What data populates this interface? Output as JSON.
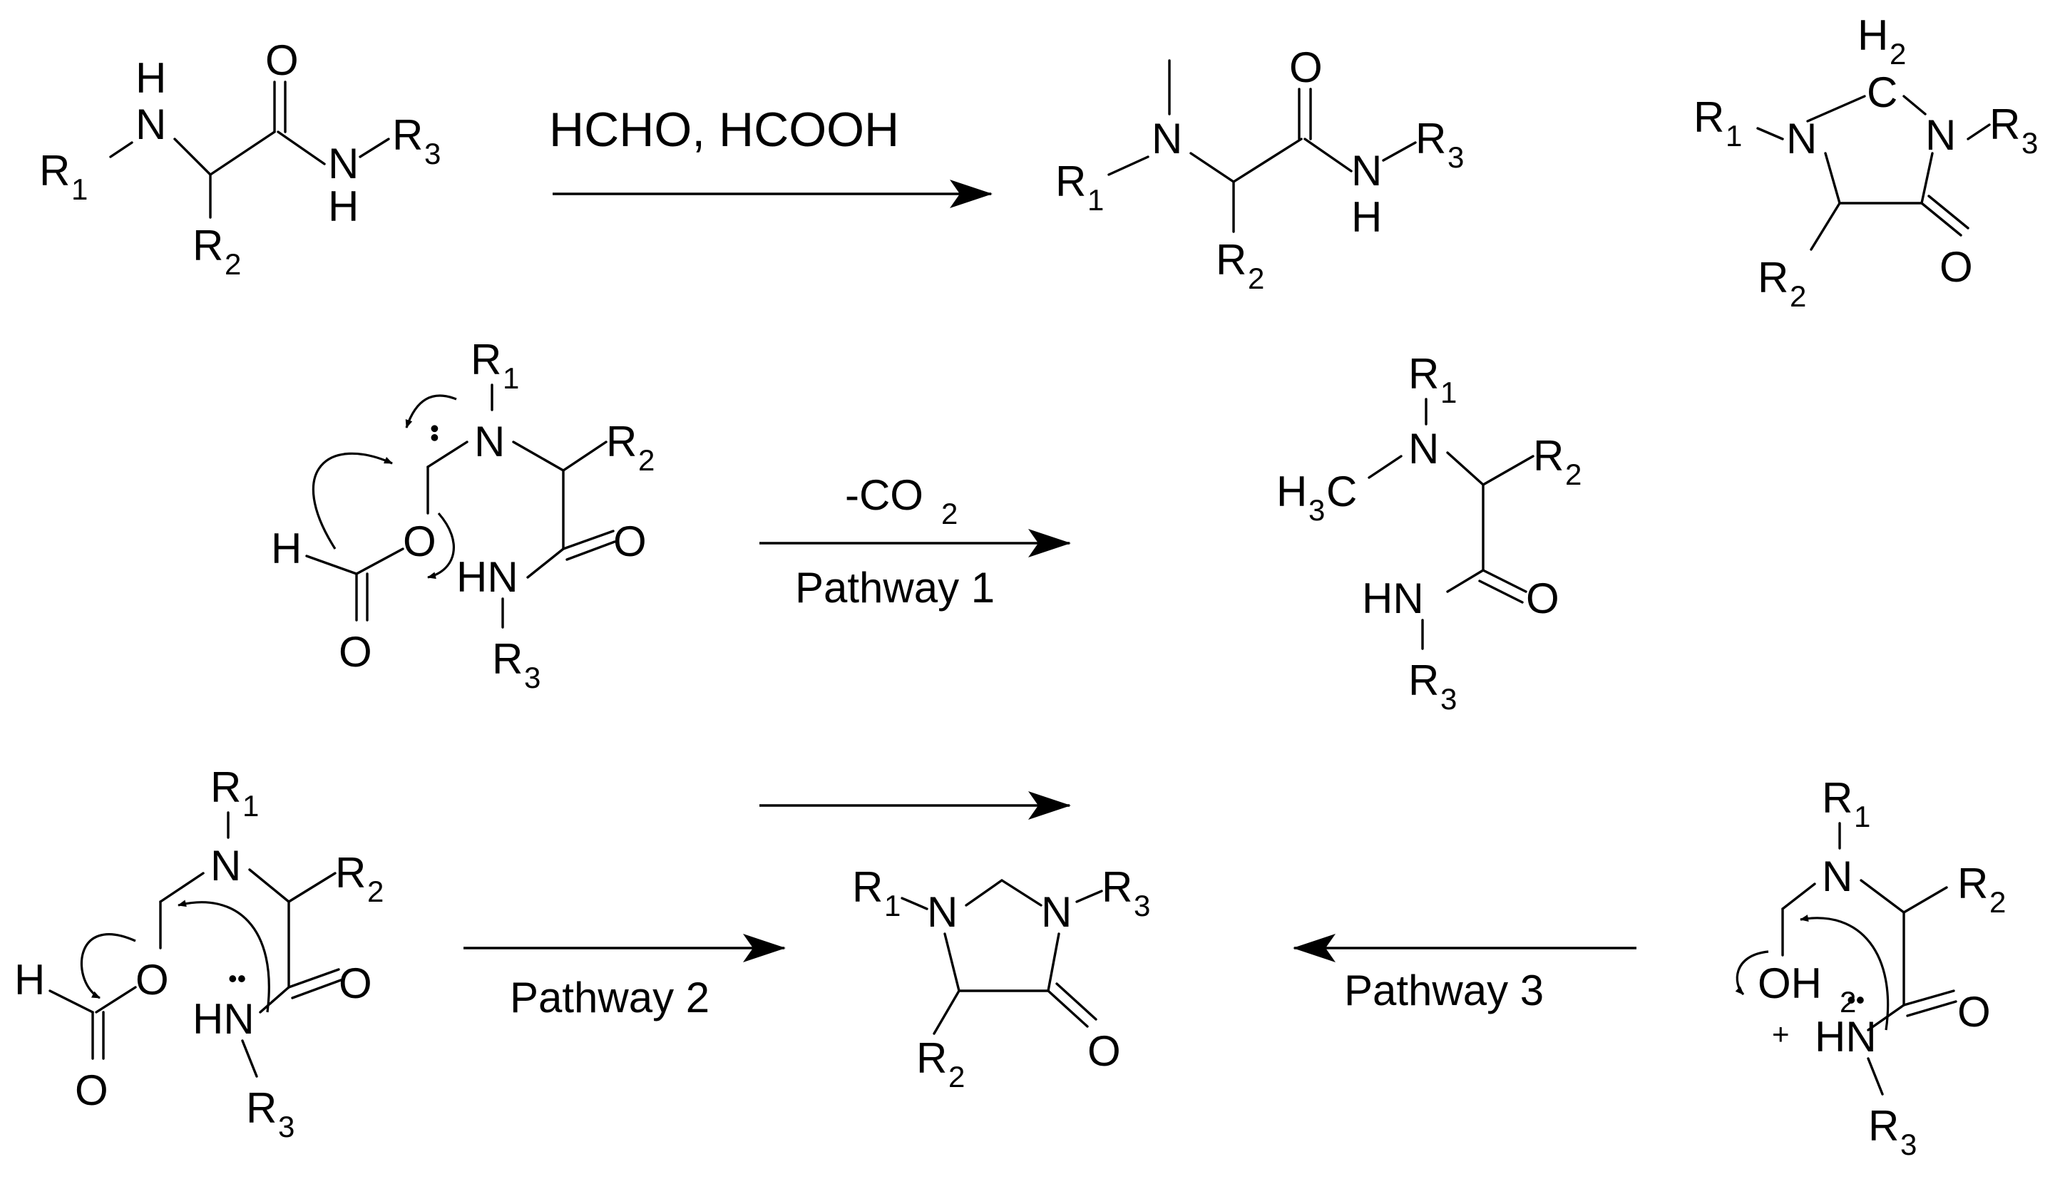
{
  "scheme": {
    "reagents": "HCHO, HCOOH",
    "decarboxylation": "-CO",
    "decarboxylation_sub": "2",
    "pathway1": "Pathway 1",
    "pathway2": "Pathway 2",
    "pathway3": "Pathway 3"
  },
  "atoms": {
    "R": "R",
    "n1": "1",
    "n2": "2",
    "n3": "3",
    "N": "N",
    "H": "H",
    "O": "O",
    "C": "C",
    "NH": "HN",
    "H3C": "H",
    "H3C_tail": "C",
    "H2": "H",
    "OH2": "OH",
    "plus": "+",
    "lone_pair": "••"
  }
}
